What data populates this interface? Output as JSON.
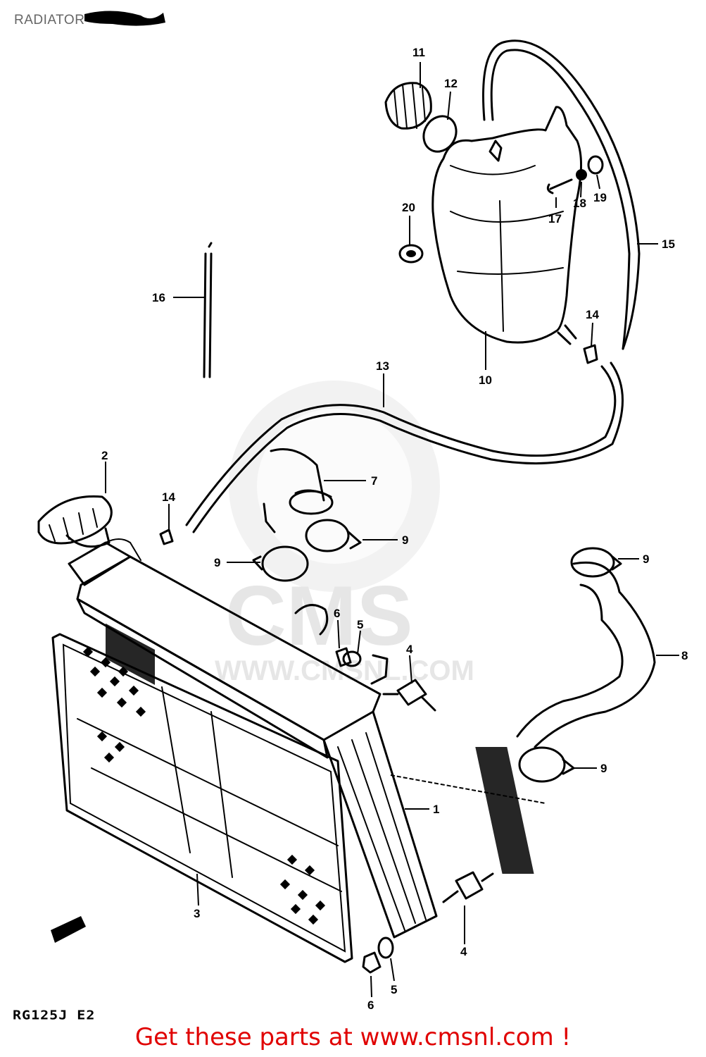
{
  "page": {
    "title": "RADIATOR"
  },
  "watermark": {
    "brand": "CMS",
    "url": "WWW.CMSNL.COM"
  },
  "model_code": "RG125J E2",
  "cta": {
    "text": "Get these parts at www.cmsnl.com !"
  },
  "callouts": [
    {
      "text": "11"
    },
    {
      "text": "12"
    },
    {
      "text": "20"
    },
    {
      "text": "17"
    },
    {
      "text": "18"
    },
    {
      "text": "19"
    },
    {
      "text": "15"
    },
    {
      "text": "16"
    },
    {
      "text": "14"
    },
    {
      "text": "10"
    },
    {
      "text": "13"
    },
    {
      "text": "2"
    },
    {
      "text": "14"
    },
    {
      "text": "7"
    },
    {
      "text": "9"
    },
    {
      "text": "9"
    },
    {
      "text": "9"
    },
    {
      "text": "6"
    },
    {
      "text": "5"
    },
    {
      "text": "4"
    },
    {
      "text": "8"
    },
    {
      "text": "9"
    },
    {
      "text": "1"
    },
    {
      "text": "3"
    },
    {
      "text": "4"
    },
    {
      "text": "5"
    },
    {
      "text": "6"
    }
  ]
}
